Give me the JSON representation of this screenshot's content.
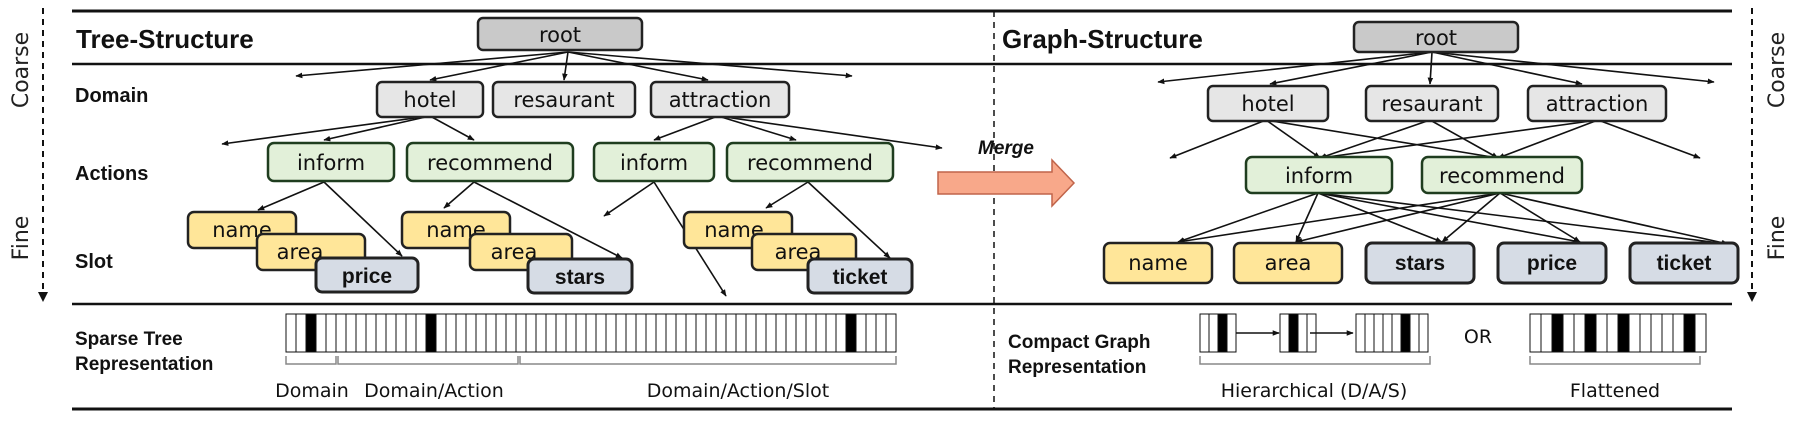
{
  "sides": {
    "left": {
      "coarse": "Coarse",
      "fine": "Fine"
    },
    "right": {
      "coarse": "Coarse",
      "fine": "Fine"
    }
  },
  "tree": {
    "title": "Tree-Structure",
    "root": "root",
    "row_labels": {
      "domain": "Domain",
      "actions": "Actions",
      "slot": "Slot"
    },
    "domains": [
      "hotel",
      "resaurant",
      "attraction"
    ],
    "actions": [
      "inform",
      "recommend",
      "inform",
      "recommend"
    ],
    "slots": [
      "name",
      "area",
      "price",
      "name",
      "area",
      "stars",
      "name",
      "area",
      "ticket"
    ],
    "representation_label": [
      "Sparse Tree",
      "Representation"
    ],
    "segment_labels": [
      "Domain",
      "Domain/Action",
      "Domain/Action/Slot"
    ]
  },
  "merge": {
    "label": "Merge"
  },
  "graph": {
    "title": "Graph-Structure",
    "root": "root",
    "domains": [
      "hotel",
      "resaurant",
      "attraction"
    ],
    "actions": [
      "inform",
      "recommend"
    ],
    "slots": [
      "name",
      "area",
      "stars",
      "price",
      "ticket"
    ],
    "representation_label": [
      "Compact Graph",
      "Representation"
    ],
    "or_label": "OR",
    "hierarchical_label": "Hierarchical (D/A/S)",
    "flattened_label": "Flattened"
  },
  "colors": {
    "root_fill": "#c9c9c9",
    "domain_fill": "#e6e6e6",
    "action_fill": "#e2f0d9",
    "action_stroke": "#1f3d1f",
    "slot_yellow_fill": "#ffe699",
    "slot_blue_fill": "#d6dce5",
    "merge_arrow_fill": "#f8a88a"
  }
}
